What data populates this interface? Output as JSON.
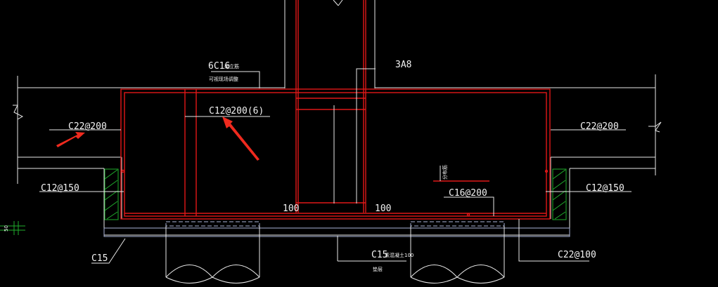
{
  "labels": {
    "main_bars": "6C16",
    "main_bars_note": "架立筋",
    "main_bars_note2": "可视现场调整",
    "stirrup_top": "3A8",
    "center_stirrups": "C12@200(6)",
    "left_slab_top": "C22@200",
    "right_slab_top": "C22@200",
    "left_side": "C12@150",
    "right_side": "C12@150",
    "bottom_right": "C16@200",
    "bottom_right_note": "分布筋",
    "cover_left": "100",
    "cover_right": "100",
    "blinding_bottom": "C15",
    "blinding_mid": "C15",
    "blinding_mid_note": "素混凝土100",
    "blinding_mid_note2": "垫层",
    "bottom_rebar": "C22@100",
    "dimension_left": "50"
  },
  "colors": {
    "background": "#000000",
    "lines": "#e8e8e8",
    "rebar": "#e01818",
    "hatch": "#1fae2c",
    "blinding": "#aab4d8",
    "annotation_arrow": "#ef2a1e"
  }
}
